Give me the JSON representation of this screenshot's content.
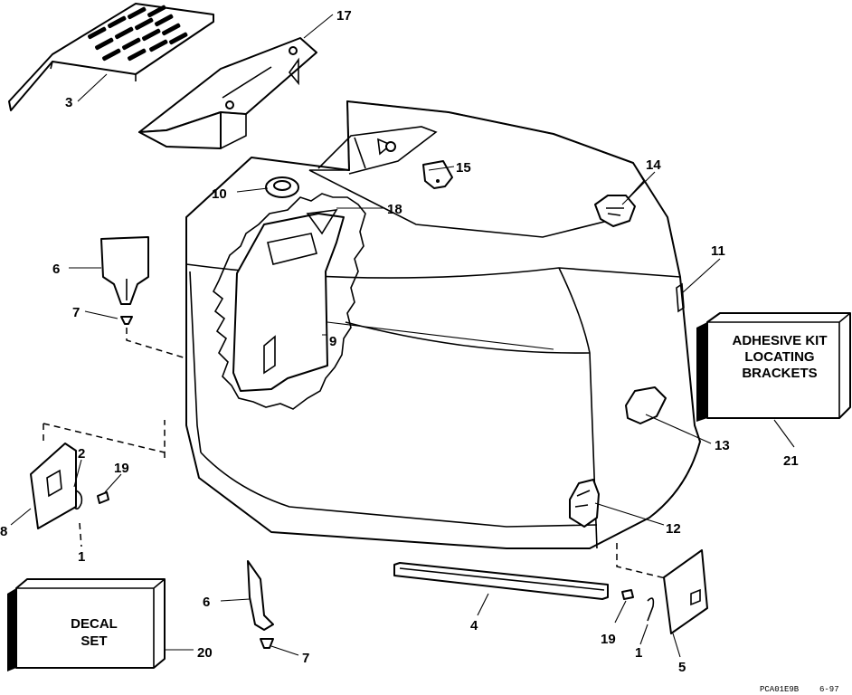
{
  "callouts": {
    "n1a": "1",
    "n1b": "1",
    "n2": "2",
    "n3": "3",
    "n4": "4",
    "n5": "5",
    "n6a": "6",
    "n6b": "6",
    "n7a": "7",
    "n7b": "7",
    "n8": "8",
    "n9": "9",
    "n10": "10",
    "n11": "11",
    "n12": "12",
    "n13": "13",
    "n14": "14",
    "n15": "15",
    "n17": "17",
    "n18": "18",
    "n19a": "19",
    "n19b": "19",
    "n20": "20",
    "n21": "21"
  },
  "boxes": {
    "adhesive_line1": "ADHESIVE KIT",
    "adhesive_line2": "LOCATING",
    "adhesive_line3": "BRACKETS",
    "decal_line1": "DECAL",
    "decal_line2": "SET"
  },
  "footer": {
    "drawing_code": "PCA01E9B",
    "date_code": "6-97"
  }
}
